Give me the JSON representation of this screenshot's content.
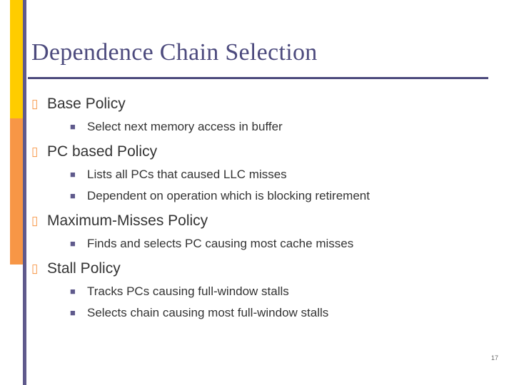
{
  "slide": {
    "title": "Dependence Chain Selection",
    "page_number": "17",
    "bullet_glyph_level1": "▯",
    "bullet_glyph_level2": "■",
    "colors": {
      "title": "#4c4a7d",
      "accent_yellow": "#ffcc00",
      "accent_orange": "#f79646",
      "accent_purple": "#5f5a8c",
      "body_text": "#333333"
    },
    "groups": [
      {
        "heading": "Base Policy",
        "subitems": [
          "Select next memory access in buffer"
        ]
      },
      {
        "heading": "PC based Policy",
        "subitems": [
          "Lists all PCs that caused LLC misses",
          "Dependent on operation which is blocking retirement"
        ]
      },
      {
        "heading": "Maximum-Misses Policy",
        "subitems": [
          "Finds and selects PC causing most cache misses"
        ]
      },
      {
        "heading": "Stall Policy",
        "subitems": [
          "Tracks PCs causing full-window stalls",
          "Selects chain causing most full-window stalls"
        ]
      }
    ]
  }
}
